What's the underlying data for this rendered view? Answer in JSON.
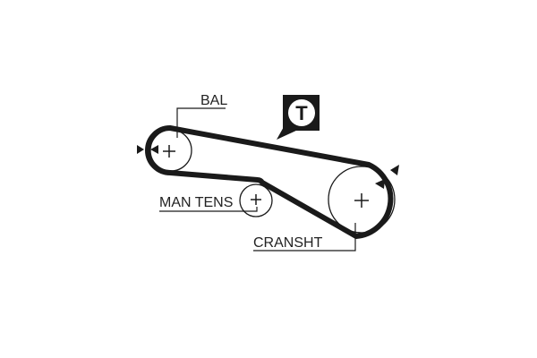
{
  "diagram": {
    "pulleys": {
      "balance": {
        "label": "BAL"
      },
      "tensioner": {
        "label": "MAN TENS"
      },
      "crankshaft": {
        "label": "CRANSHT"
      }
    },
    "badge": {
      "letter": "T"
    },
    "colors": {
      "ink": "#1a1a1a",
      "background": "#ffffff"
    }
  }
}
